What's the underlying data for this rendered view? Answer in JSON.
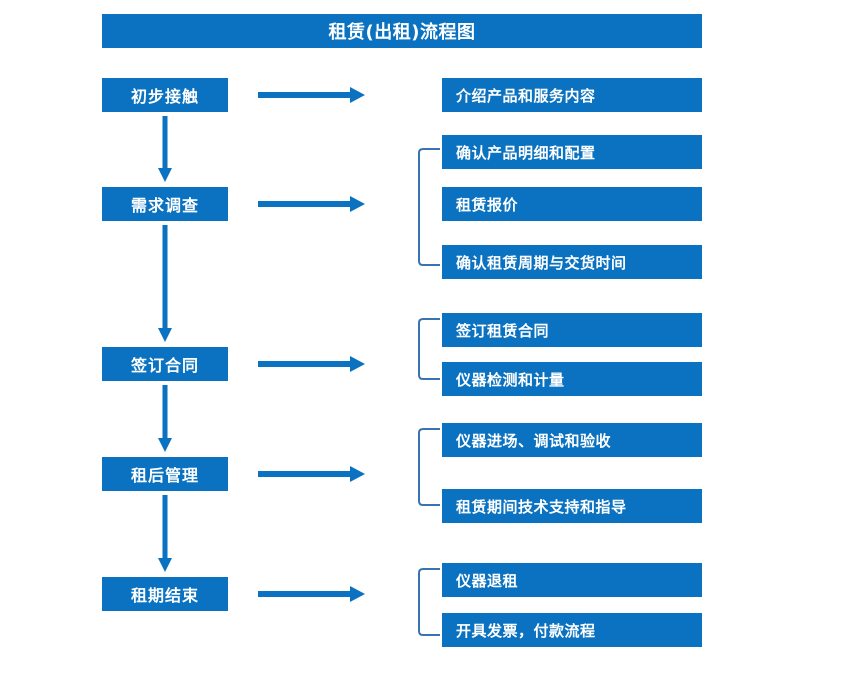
{
  "title": "租赁(出租)流程图",
  "colors": {
    "box_fill": "#0a72c0",
    "box_text": "#ffffff",
    "arrow": "#0a72c0",
    "bracket": "#3a74b0",
    "background": "#ffffff"
  },
  "stages": [
    {
      "id": "stage-1",
      "label": "初步接触"
    },
    {
      "id": "stage-2",
      "label": "需求调查"
    },
    {
      "id": "stage-3",
      "label": "签订合同"
    },
    {
      "id": "stage-4",
      "label": "租后管理"
    },
    {
      "id": "stage-5",
      "label": "租期结束"
    }
  ],
  "details": [
    {
      "id": "detail-1-1",
      "label": "介绍产品和服务内容"
    },
    {
      "id": "detail-2-1",
      "label": "确认产品明细和配置"
    },
    {
      "id": "detail-2-2",
      "label": "租赁报价"
    },
    {
      "id": "detail-2-3",
      "label": "确认租赁周期与交货时间"
    },
    {
      "id": "detail-3-1",
      "label": "签订租赁合同"
    },
    {
      "id": "detail-3-2",
      "label": "仪器检测和计量"
    },
    {
      "id": "detail-4-1",
      "label": "仪器进场、调试和验收"
    },
    {
      "id": "detail-4-2",
      "label": "租赁期间技术支持和指导"
    },
    {
      "id": "detail-5-1",
      "label": "仪器退租"
    },
    {
      "id": "detail-5-2",
      "label": "开具发票，付款流程"
    }
  ],
  "icons": {
    "arrow_right": "arrow-right-icon",
    "arrow_down": "arrow-down-icon",
    "bracket": "group-bracket-icon"
  }
}
